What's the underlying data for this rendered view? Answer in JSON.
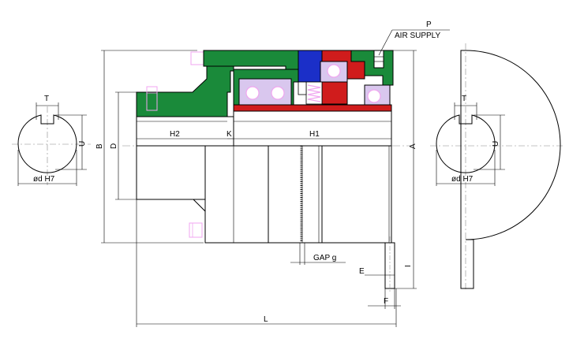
{
  "callout": {
    "ref": "P",
    "text": "AIR SUPPLY"
  },
  "labels": {
    "H2": "H2",
    "K": "K",
    "H1": "H1",
    "B": "B",
    "D": "D",
    "A": "A",
    "L": "L",
    "E": "E",
    "F": "F",
    "I": "I",
    "gap": "GAP  g",
    "left_T": "T",
    "left_U": "U",
    "left_bore": "ød  H7",
    "right_T": "T",
    "right_U": "U",
    "right_bore": "ød  H7"
  },
  "colors": {
    "green": "#1a8a3a",
    "red": "#d01c1c",
    "blue": "#1b2fc8",
    "magenta": "#f0a6f0",
    "bearing": "#d9c7ee",
    "outline": "#000000",
    "centerline": "#888888",
    "body_fill": "#ffffff"
  }
}
